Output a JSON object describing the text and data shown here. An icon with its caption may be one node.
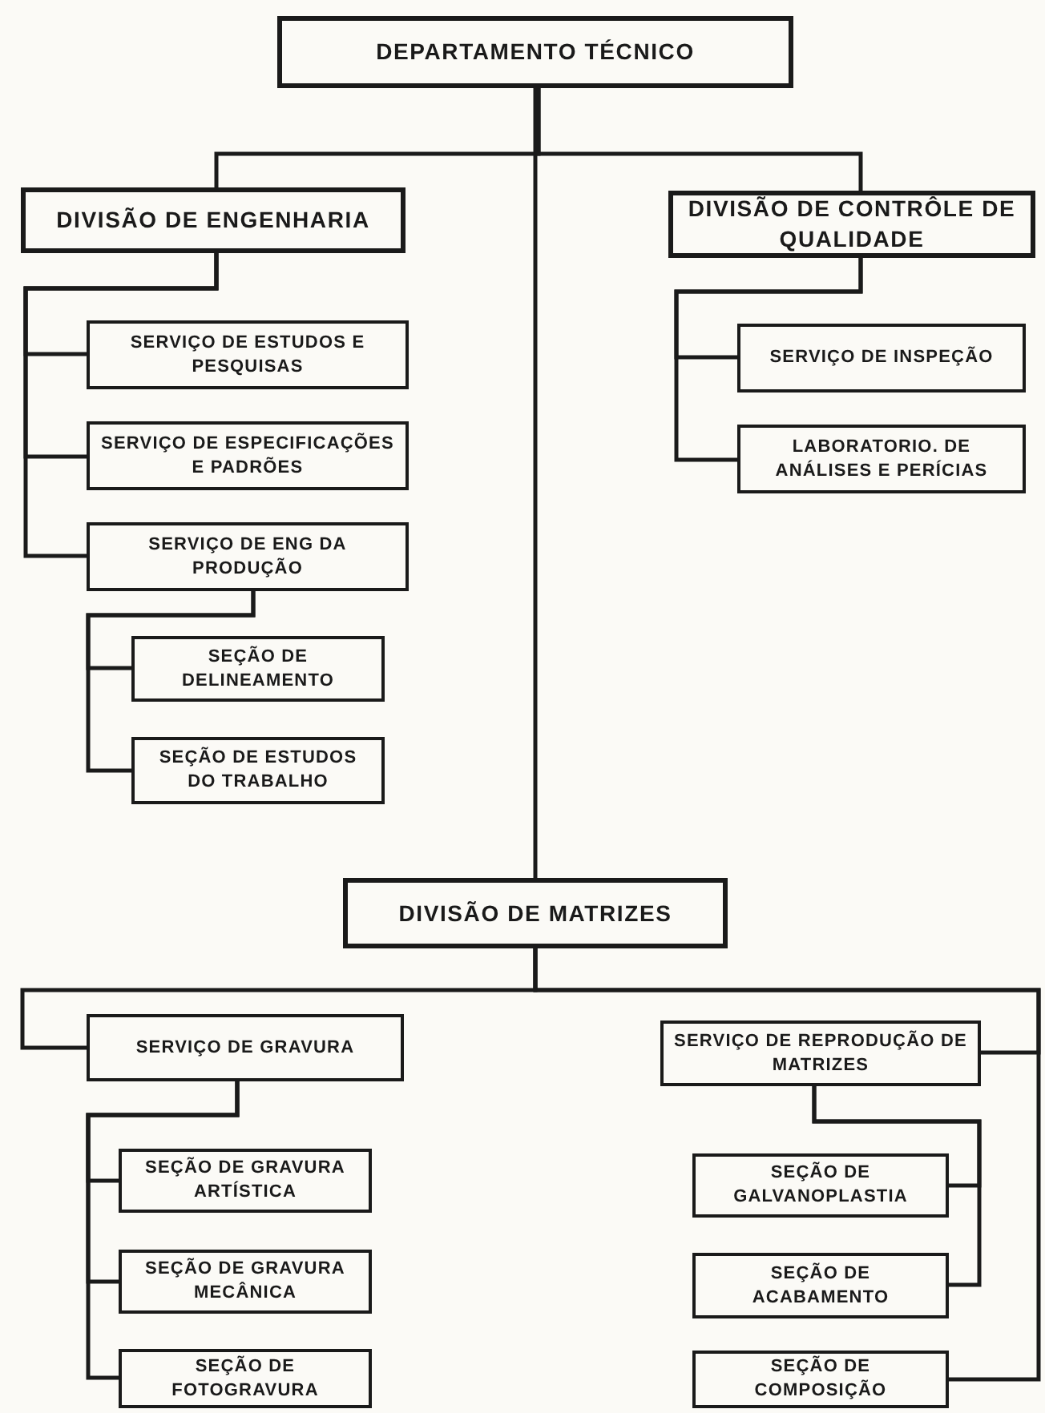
{
  "diagram": {
    "nodes": [
      {
        "text": [
          "DEPARTAMENTO TÉCNICO"
        ]
      },
      {
        "text": [
          "DIVISÃO DE ENGENHARIA"
        ]
      },
      {
        "text": [
          "DIVISÃO DE CONTRÔLE DE QUALIDADE"
        ]
      },
      {
        "text": [
          "SERVIÇO DE ESTUDOS E PESQUISAS"
        ]
      },
      {
        "text": [
          "SERVIÇO DE ESPECIFICAÇÕES E PADRÕES"
        ]
      },
      {
        "text": [
          "SERVIÇO DE ENG DA PRODUÇÃO"
        ]
      },
      {
        "text": [
          "SERVIÇO DE INSPEÇÃO"
        ]
      },
      {
        "text": [
          "LABORATORIO. DE ANÁLISES E PERÍCIAS"
        ]
      },
      {
        "text": [
          "SEÇÃO DE DELINEAMENTO"
        ]
      },
      {
        "text": [
          "SEÇÃO DE ESTUDOS DO TRABALHO"
        ]
      },
      {
        "text": [
          "DIVISÃO DE MATRIZES"
        ]
      },
      {
        "text": [
          "SERVIÇO DE GRAVURA"
        ]
      },
      {
        "text": [
          "SERVIÇO DE REPRODUÇÃO DE MATRIZES"
        ]
      },
      {
        "text": [
          "SEÇÃO DE GRAVURA ARTÍSTICA"
        ]
      },
      {
        "text": [
          "SEÇÃO DE GALVANOPLASTIA"
        ]
      },
      {
        "text": [
          "SEÇÃO DE GRAVURA MECÂNICA"
        ]
      },
      {
        "text": [
          "SEÇÃO DE ACABAMENTO"
        ]
      },
      {
        "text": [
          "SEÇÃO DE FOTOGRAVURA"
        ]
      },
      {
        "text": [
          "SEÇÃO DE COMPOSIÇÃO"
        ]
      }
    ],
    "edges": [
      {
        "from": 0,
        "to": 1,
        "arrow": "none"
      },
      {
        "from": 0,
        "to": 2,
        "arrow": "none"
      },
      {
        "from": 0,
        "to": 10,
        "arrow": "none"
      },
      {
        "from": 1,
        "to": 3,
        "arrow": "none"
      },
      {
        "from": 1,
        "to": 4,
        "arrow": "none"
      },
      {
        "from": 1,
        "to": 5,
        "arrow": "none"
      },
      {
        "from": 2,
        "to": 6,
        "arrow": "none"
      },
      {
        "from": 2,
        "to": 7,
        "arrow": "none"
      },
      {
        "from": 5,
        "to": 8,
        "arrow": "none"
      },
      {
        "from": 5,
        "to": 9,
        "arrow": "none"
      },
      {
        "from": 10,
        "to": 11,
        "arrow": "none"
      },
      {
        "from": 10,
        "to": 12,
        "arrow": "none"
      },
      {
        "from": 10,
        "to": 18,
        "arrow": "none"
      },
      {
        "from": 11,
        "to": 13,
        "arrow": "none"
      },
      {
        "from": 11,
        "to": 15,
        "arrow": "none"
      },
      {
        "from": 11,
        "to": 17,
        "arrow": "none"
      },
      {
        "from": 12,
        "to": 14,
        "arrow": "none"
      },
      {
        "from": 12,
        "to": 16,
        "arrow": "none"
      }
    ]
  }
}
